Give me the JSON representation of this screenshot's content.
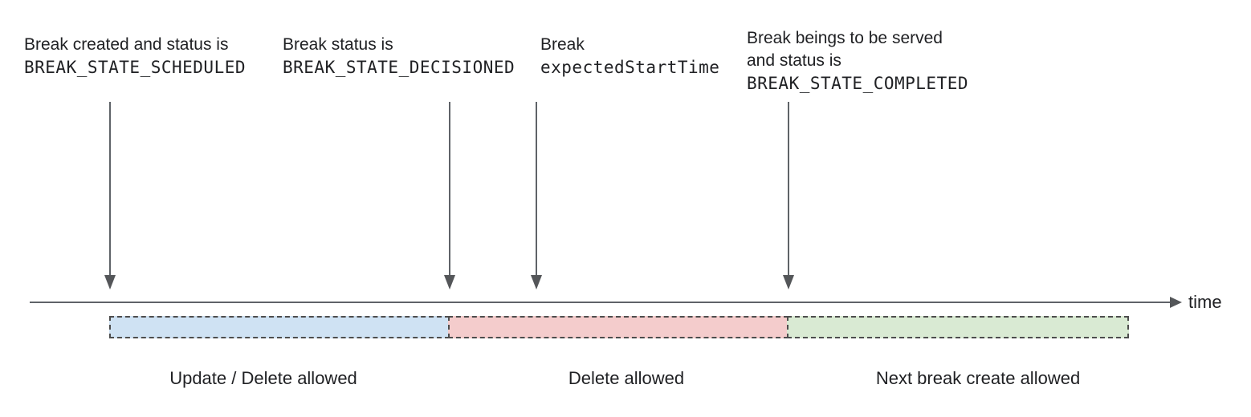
{
  "annotations": [
    {
      "line1": "Break created and status is",
      "code": "BREAK_STATE_SCHEDULED"
    },
    {
      "line1": "Break status is",
      "code": "BREAK_STATE_DECISIONED"
    },
    {
      "line1": "Break",
      "code": "expectedStartTime"
    },
    {
      "line1": "Break beings to be served",
      "line2": "and status is",
      "code": "BREAK_STATE_COMPLETED"
    }
  ],
  "timeline": {
    "axis_label": "time",
    "segments": [
      {
        "label": "Update / Delete allowed",
        "fill": "#cfe2f3"
      },
      {
        "label": "Delete allowed",
        "fill": "#f4cccc"
      },
      {
        "label": "Next break create allowed",
        "fill": "#d9ead3"
      }
    ]
  },
  "colors": {
    "arrow": "#5f6368",
    "segment_border": "#4d4d4d",
    "text": "#202124"
  }
}
